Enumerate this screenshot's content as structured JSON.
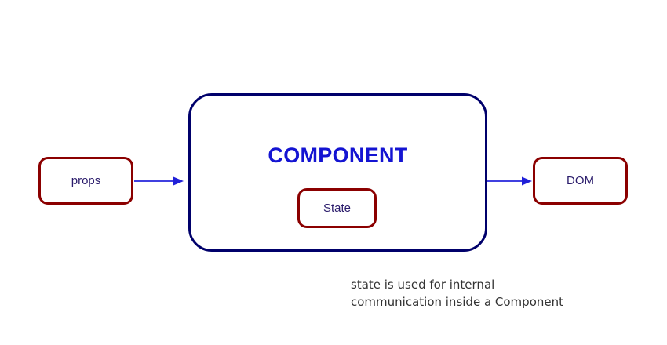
{
  "diagram": {
    "title_text": "COMPONENT",
    "background_color": "#ffffff",
    "nodes": {
      "props": {
        "label": "props",
        "border_color": "#8B0000",
        "text_color": "#2A1B6B"
      },
      "component": {
        "label": "COMPONENT",
        "border_color": "#00006B",
        "text_color": "#1414D2"
      },
      "state": {
        "label": "State",
        "border_color": "#8B0000",
        "text_color": "#2A1B6B"
      },
      "dom": {
        "label": "DOM",
        "border_color": "#8B0000",
        "text_color": "#2A1B6B"
      }
    },
    "arrows": [
      {
        "name": "props-to-component",
        "from": "props",
        "to": "component",
        "color": "#4040E0",
        "label": ""
      },
      {
        "name": "component-to-dom",
        "from": "component",
        "to": "dom",
        "color": "#4040E0",
        "label": ""
      }
    ],
    "caption": {
      "line1": "state is used for internal",
      "line2": "communication inside a Component",
      "full_text": "state is used for internal\ncommunication inside a Component",
      "text_color": "#333333"
    }
  }
}
